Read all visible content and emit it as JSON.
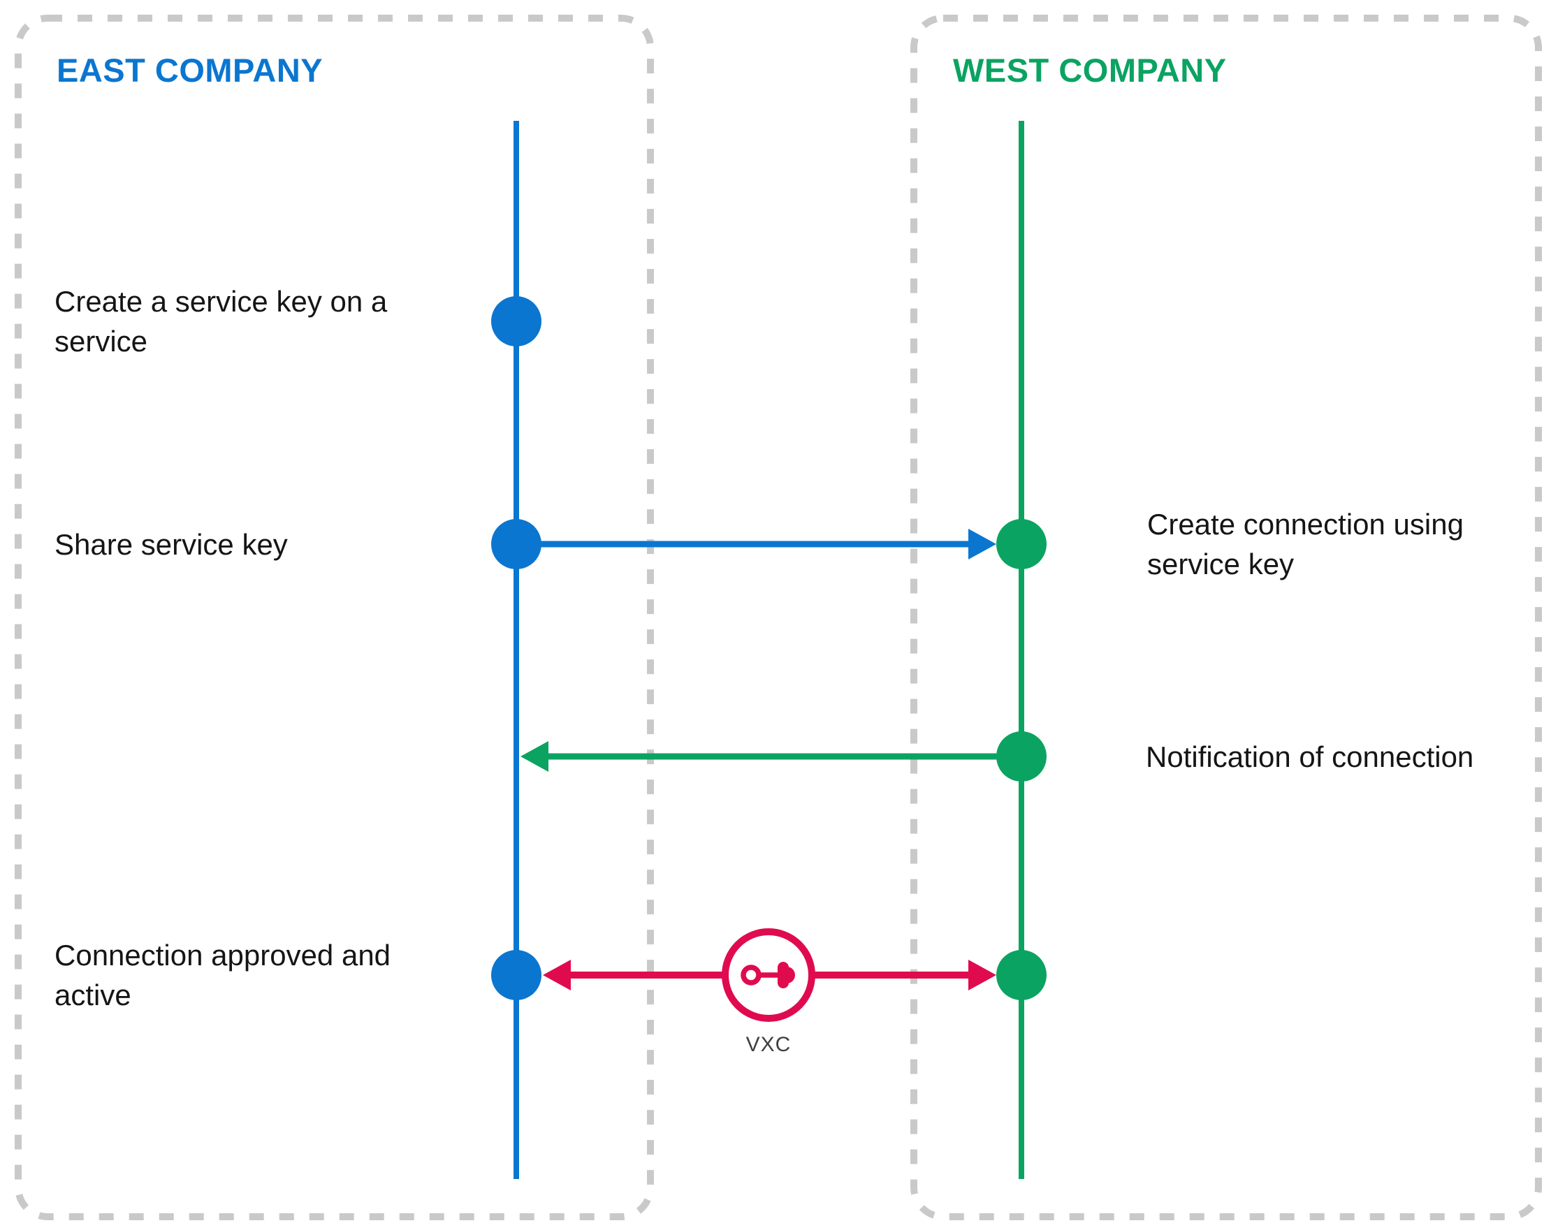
{
  "colors": {
    "east_accent": "#0b76d0",
    "west_accent": "#0ba362",
    "connection_accent": "#e00b4f",
    "border_dash": "#c9c9c9",
    "label_text": "#151515",
    "vxc_text": "#3f3f3f"
  },
  "east_company": {
    "title": "EAST COMPANY",
    "steps": {
      "create_service_key": [
        "Create a service key on a",
        "service"
      ],
      "share_service_key": "Share service key",
      "connection_approved": [
        "Connection approved and",
        "active"
      ]
    }
  },
  "west_company": {
    "title": "WEST COMPANY",
    "steps": {
      "create_connection": [
        "Create connection using",
        "service key"
      ],
      "notification": "Notification of connection"
    }
  },
  "connection": {
    "vxc_label": "VXC",
    "arrows": [
      {
        "name": "share-service-key-arrow",
        "direction": "east-to-west",
        "color": "east_accent"
      },
      {
        "name": "notification-arrow",
        "direction": "west-to-east",
        "color": "west_accent"
      },
      {
        "name": "vxc-arrow",
        "direction": "bidirectional",
        "color": "connection_accent"
      }
    ]
  }
}
